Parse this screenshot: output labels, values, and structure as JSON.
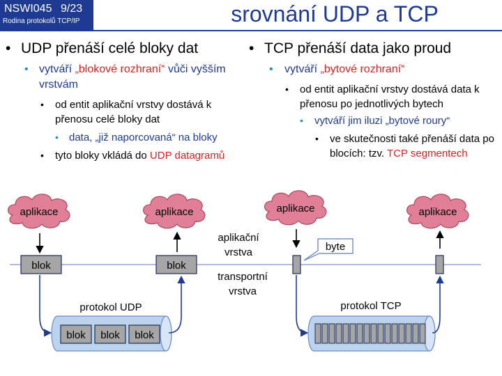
{
  "header": {
    "course": "NSWI045",
    "slide": "9/23",
    "subtitle": "Rodina protokolů TCP/IP",
    "title": "srovnání UDP a TCP"
  },
  "left": {
    "bullet": "UDP přenáší celé bloky dat",
    "sub_prefix": "vytváří ",
    "sub_highlight": "„blokové rozhraní“",
    "sub_suffix": " vůči vyšším vrstvám",
    "item1": "od entit aplikační vrstvy dostává k přenosu celé bloky dat",
    "item1_sub": "data, „již naporcovaná“ na bloky",
    "item2_prefix": "tyto bloky vkládá do ",
    "item2_highlight": "UDP datagramů"
  },
  "right": {
    "bullet": "TCP přenáší data jako proud",
    "sub_prefix": "vytváří ",
    "sub_highlight": "„bytové rozhraní“",
    "item1": "od entit aplikační vrstvy dostává data k přenosu po jednotlivých bytech",
    "item1_sub": "vytváří jim iluzi „bytové roury“",
    "item1_sub_sub_prefix": "ve skutečnosti také přenáší data po blocích: tzv. ",
    "item1_sub_sub_highlight": "TCP segmentech"
  },
  "diagram": {
    "app_label": "aplikace",
    "block_label": "blok",
    "byte_label": "byte",
    "layer_app_1": "aplikační",
    "layer_app_2": "vrstva",
    "layer_transport_1": "transportní",
    "layer_transport_2": "vrstva",
    "udp_label": "protokol UDP",
    "tcp_label": "protokol TCP"
  },
  "colors": {
    "brand": "#1f3a93",
    "accent": "#e02020",
    "cloud": "#e07f95",
    "pipe": "#bcd3ee",
    "block": "#a6a6a6"
  }
}
